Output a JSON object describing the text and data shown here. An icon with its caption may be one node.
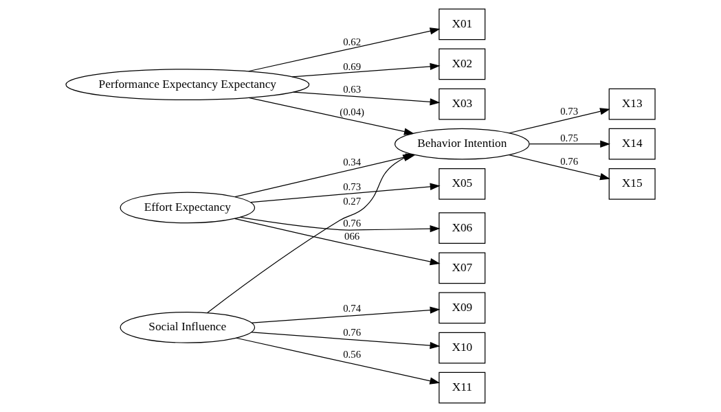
{
  "diagram": {
    "nodes": [
      {
        "text": [
          "X01"
        ]
      },
      {
        "text": [
          "X02"
        ]
      },
      {
        "text": [
          "X03"
        ]
      },
      {
        "text": [
          "Performance Expectancy Expectancy"
        ]
      },
      {
        "text": [
          "X05"
        ]
      },
      {
        "text": [
          "X06"
        ]
      },
      {
        "text": [
          "X07"
        ]
      },
      {
        "text": [
          "Effort Expectancy"
        ]
      },
      {
        "text": [
          "X09"
        ]
      },
      {
        "text": [
          "X10"
        ]
      },
      {
        "text": [
          "X11"
        ]
      },
      {
        "text": [
          "Social Influence"
        ]
      },
      {
        "text": [
          "X13"
        ]
      },
      {
        "text": [
          "X14"
        ]
      },
      {
        "text": [
          "X15"
        ]
      },
      {
        "text": [
          "Behavior Intention"
        ]
      }
    ],
    "edges": [
      {
        "from": 3,
        "to": 0,
        "arrow": "to",
        "label": "0.62"
      },
      {
        "from": 3,
        "to": 1,
        "arrow": "to",
        "label": "0.69"
      },
      {
        "from": 3,
        "to": 2,
        "arrow": "to",
        "label": "0.63"
      },
      {
        "from": 7,
        "to": 4,
        "arrow": "to",
        "label": "0.73"
      },
      {
        "from": 7,
        "to": 5,
        "arrow": "to",
        "label": "0.76"
      },
      {
        "from": 7,
        "to": 6,
        "arrow": "to",
        "label": "066"
      },
      {
        "from": 11,
        "to": 8,
        "arrow": "to",
        "label": "0.74"
      },
      {
        "from": 11,
        "to": 9,
        "arrow": "to",
        "label": "0.76"
      },
      {
        "from": 11,
        "to": 10,
        "arrow": "to",
        "label": "0.56"
      },
      {
        "from": 3,
        "to": 15,
        "arrow": "to",
        "label": "(0.04)"
      },
      {
        "from": 7,
        "to": 15,
        "arrow": "to",
        "label": "0.34"
      },
      {
        "from": 11,
        "to": 15,
        "arrow": "to",
        "label": "0.27"
      },
      {
        "from": 15,
        "to": 12,
        "arrow": "to",
        "label": "0.73"
      },
      {
        "from": 15,
        "to": 13,
        "arrow": "to",
        "label": "0.75"
      },
      {
        "from": 15,
        "to": 14,
        "arrow": "to",
        "label": "0.76"
      }
    ]
  }
}
